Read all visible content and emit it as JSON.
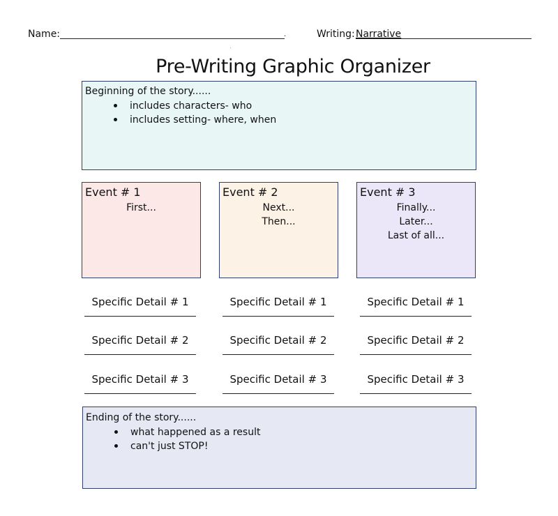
{
  "header": {
    "name_label": "Name:",
    "name_dot": ".",
    "writing_label": "Writing:",
    "writing_value": "Narrative"
  },
  "title": "Pre-Writing Graphic Organizer",
  "beginning": {
    "heading": "Beginning of the story......",
    "bullets": [
      "includes characters- who",
      "includes setting- where, when"
    ]
  },
  "events": [
    {
      "title": "Event # 1",
      "lines": [
        "First..."
      ]
    },
    {
      "title": "Event # 2",
      "lines": [
        "Next...",
        "Then..."
      ]
    },
    {
      "title": "Event # 3",
      "lines": [
        "Finally...",
        "Later...",
        "Last of all..."
      ]
    }
  ],
  "details": [
    [
      "Specific Detail # 1",
      "Specific Detail # 1",
      "Specific Detail # 1"
    ],
    [
      "Specific Detail # 2",
      "Specific Detail # 2",
      "Specific Detail # 2"
    ],
    [
      "Specific Detail # 3",
      "Specific Detail # 3",
      "Specific Detail # 3"
    ]
  ],
  "ending": {
    "heading": "Ending of the story......",
    "bullets": [
      "what happened as a result",
      "can't just STOP!"
    ]
  },
  "colors": {
    "box_border": "#2e3f6e",
    "beginning_fill": "#e8f6f6",
    "event1_fill": "#fde8e8",
    "event2_fill": "#fdf2e6",
    "event3_fill": "#ebe6f8",
    "ending_fill": "#e6e9f4"
  }
}
